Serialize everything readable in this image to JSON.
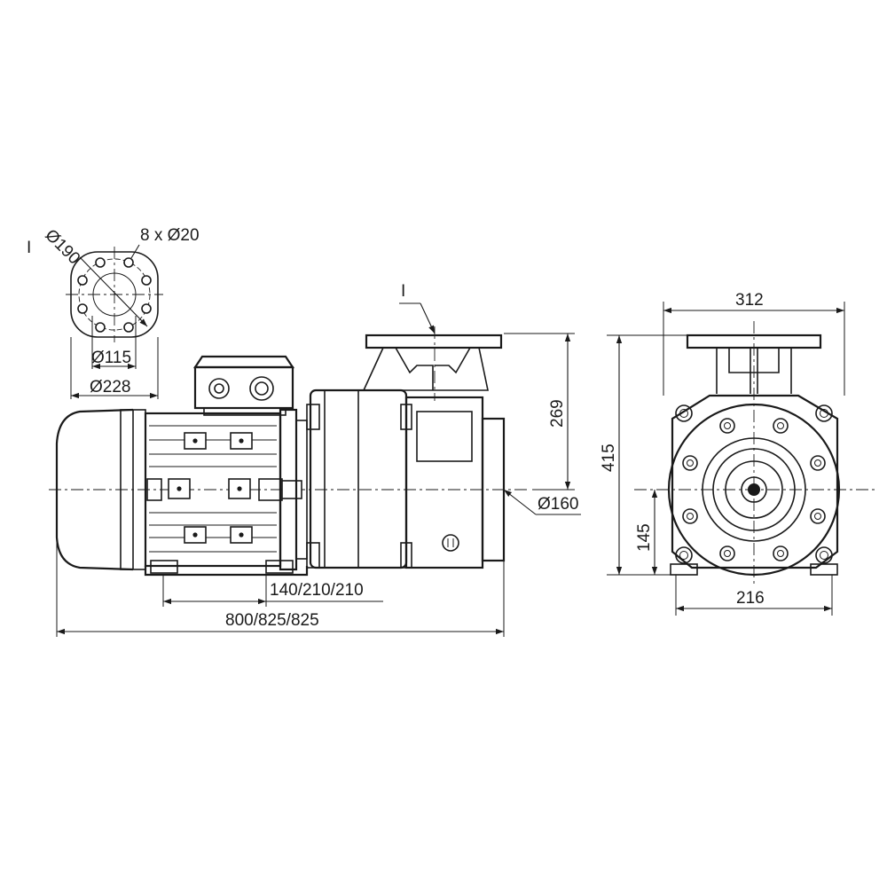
{
  "labels": {
    "detail_marker": "I",
    "bolt_spec": "8 x Ø20",
    "bolt_circle": "Ø190",
    "inner_diameter": "Ø115",
    "outer_diameter": "Ø228",
    "section_marker": "I",
    "outlet_height": "269",
    "inlet_diameter": "Ø160",
    "foot_spacing": "140/210/210",
    "overall_length": "800/825/825",
    "overall_width": "312",
    "overall_height": "415",
    "shaft_height": "145",
    "base_width": "216"
  },
  "colors": {
    "line": "#1a1a1a",
    "background": "#ffffff"
  }
}
